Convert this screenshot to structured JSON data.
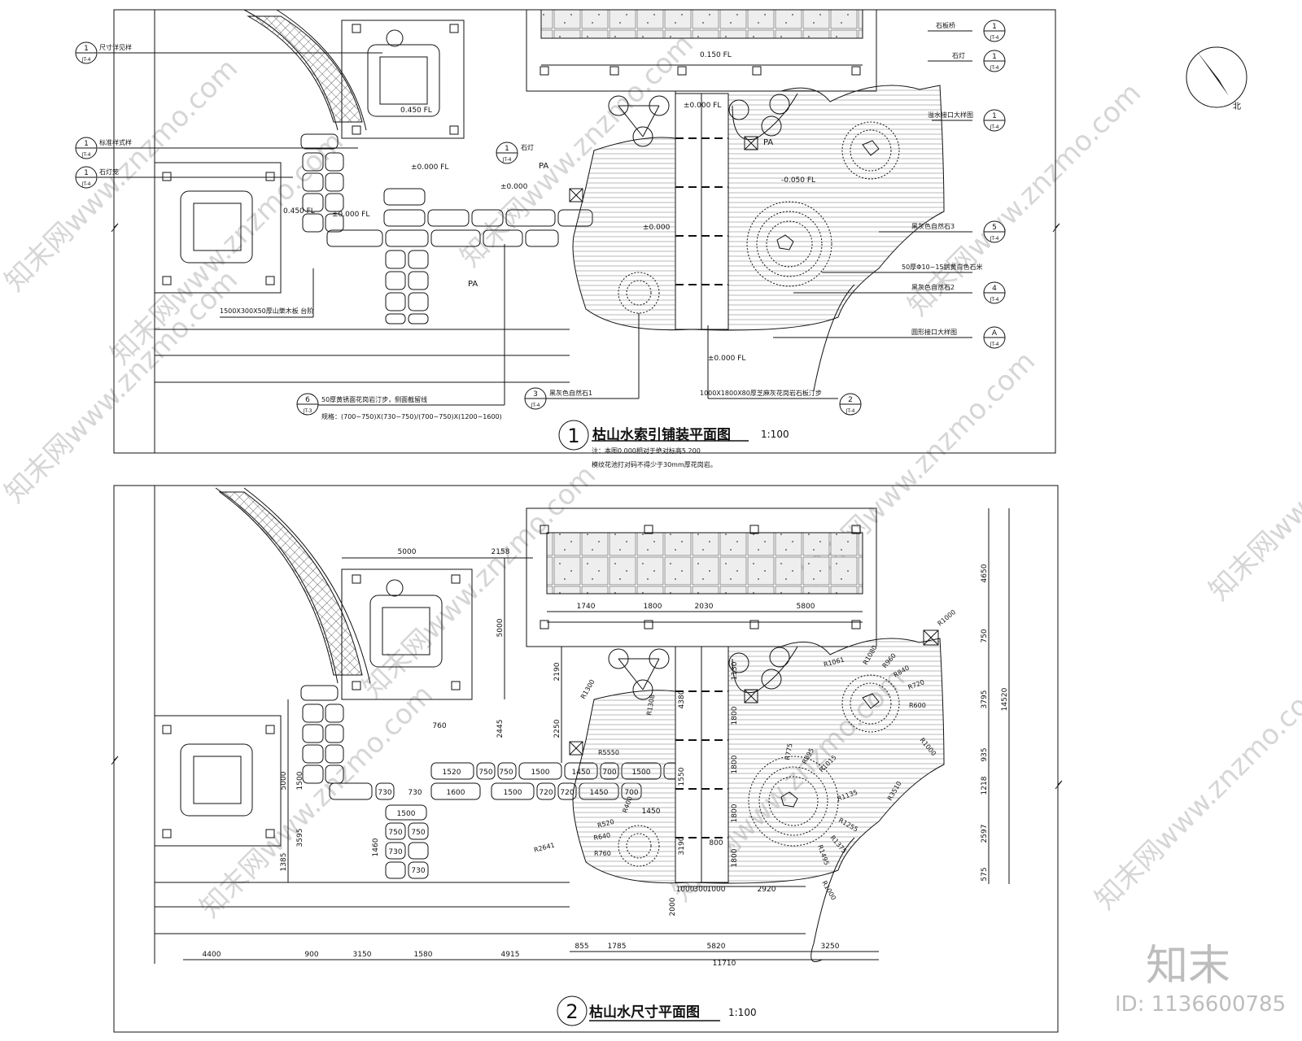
{
  "plan1": {
    "title": "枯山水索引铺装平面图",
    "scale": "1:100",
    "number": "1",
    "notes": [
      "注：本图0.000相对于绝对标高5.200",
      "模纹花池打对码不得少于30mm厚花岗岩。"
    ],
    "levels": {
      "top": "0.150 FL",
      "pav_left": "0.450 FL",
      "pav_lower": "0.450 FL",
      "zero1": "±0.000 FL",
      "zero2": "±0.000",
      "zero3": "±0.000 FL",
      "zero4": "±0.000",
      "zero5": "±0.000 FL",
      "pond": "-0.050 FL",
      "bottom": "±0.000 FL"
    },
    "pa_labels": [
      "PA",
      "PA",
      "PA"
    ],
    "callouts_left": [
      {
        "num": "1",
        "sheet": "JT-4",
        "text": "尺寸详见样"
      },
      {
        "num": "1",
        "sheet": "JT-4",
        "text": "标准样式样"
      },
      {
        "num": "1",
        "sheet": "JT-4",
        "text": "石灯笼"
      },
      {
        "num": "1",
        "sheet": "JT-4",
        "text": "石灯"
      }
    ],
    "callouts_right": [
      {
        "num": "1",
        "sheet": "JT-4",
        "text": "石板桥"
      },
      {
        "num": "1",
        "sheet": "JT-4",
        "text": "石灯"
      },
      {
        "num": "1",
        "sheet": "JT-4",
        "text": "溢水接口大样图"
      },
      {
        "num": "5",
        "sheet": "JT-4",
        "text": "黑灰色自然石3"
      },
      {
        "num": "4",
        "sheet": "JT-4",
        "text": "黑灰色自然石2"
      },
      {
        "num": "A",
        "sheet": "JT-4",
        "text": "圆形接口大样图"
      }
    ],
    "gravel": "50厚Φ10~15鹅黄白色石米",
    "bench": "1500X300X50厚山樂木板  台阶",
    "bottom_callouts": [
      {
        "num": "6",
        "sheet": "JT-3",
        "text": "50厚黄锈面花岗岩汀步，侧面截留线"
      },
      {
        "num": "3",
        "sheet": "JT-4",
        "text": "黑灰色自然石1"
      },
      {
        "num": "2",
        "sheet": "JT-4",
        "text": "1000X1800X80厚芝麻灰花岗岩石板汀步"
      }
    ],
    "spec": "规格：(700~750)X(730~750)/(700~750)X(1200~1600)"
  },
  "plan2": {
    "title": "枯山水尺寸平面图",
    "scale": "1:100",
    "number": "2",
    "dims_top": [
      "5000",
      "2158"
    ],
    "dims_pergola": [
      "1740",
      "1800",
      "2030",
      "5800"
    ],
    "dims_right": [
      "4650",
      "750",
      "3795",
      "935",
      "1218",
      "2597",
      "575"
    ],
    "dim_total_right": "14520",
    "dims_bottom": [
      "4400",
      "900",
      "3150",
      "1580",
      "4915",
      "855",
      "1785",
      "5820",
      "3250"
    ],
    "dim_total_bottom": "11710",
    "dims_misc": [
      "5000",
      "2190",
      "2445",
      "2250",
      "5000",
      "1385",
      "3595",
      "1500",
      "1460",
      "2000",
      "1000",
      "300",
      "1000",
      "2920",
      "800",
      "3190",
      "4380",
      "1130",
      "1800",
      "1800",
      "1800",
      "1800",
      "1550",
      "1520",
      "750",
      "750",
      "1500",
      "1450",
      "700",
      "1500",
      "1600",
      "1500",
      "720",
      "720",
      "1450",
      "700",
      "760",
      "730",
      "730",
      "1500",
      "750",
      "750",
      "730",
      "730",
      "1450"
    ],
    "radii": [
      "R1000",
      "R1080",
      "R960",
      "R840",
      "R720",
      "R600",
      "R1061",
      "R2641",
      "R5550",
      "R1308",
      "R1300",
      "R775",
      "R895",
      "R1015",
      "R1135",
      "R1255",
      "R1375",
      "R1495",
      "R1000",
      "R3510",
      "R1000",
      "R520",
      "R640",
      "R760",
      "R400"
    ]
  },
  "north": {
    "label": "北"
  },
  "brand": {
    "logo": "知末",
    "id": "ID: 1136600785"
  },
  "watermark": {
    "text": "知末网www.znzmo.com"
  }
}
